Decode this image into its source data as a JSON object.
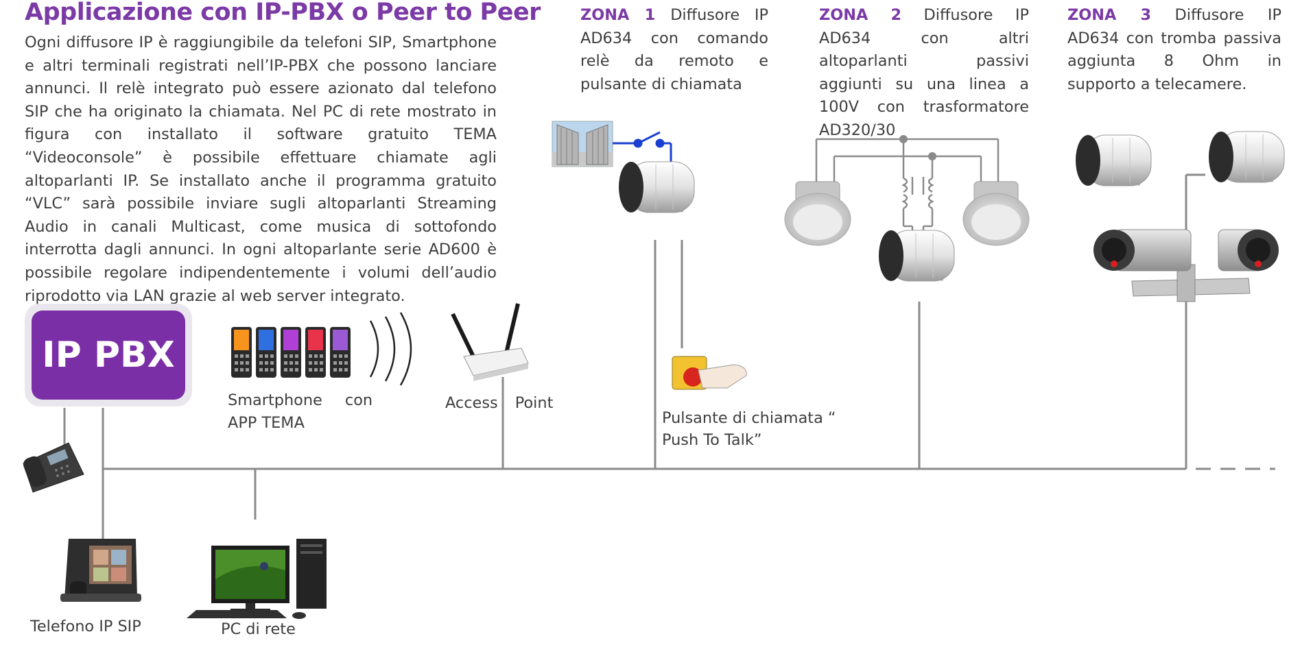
{
  "title": "Applicazione con IP-PBX o Peer to Peer",
  "intro": "Ogni diffusore IP è raggiungibile da telefoni SIP, Smartphone e altri terminali registrati nell’IP-PBX che possono lanciare annunci. Il relè integrato può essere azionato dal telefono SIP che ha originato la chiamata. Nel PC di rete mostrato in figura con installato il software gratuito TEMA “Videoconsole” è possibile effettuare chiamate agli altoparlanti IP. Se installato anche il programma gratuito “VLC” sarà possibile inviare sugli altoparlanti Streaming Audio in canali Multicast, come musica di sottofondo interrotta dagli annunci. In ogni altoparlante serie AD600 è possibile regolare indipendentemente i volumi dell’audio riprodotto via LAN grazie al web server integrato.",
  "zones": [
    {
      "head": "ZONA 1",
      "text": "Diffusore IP AD634 con comando relè da remoto e pulsante di chiamata"
    },
    {
      "head": "ZONA 2",
      "text": "Diffusore IP AD634 con altri altoparlanti passivi aggiunti su una linea a 100V con trasformatore AD320/30"
    },
    {
      "head": "ZONA 3",
      "text": "Diffusore IP AD634 con tromba passiva aggiunta 8 Ohm in supporto a telecamere."
    }
  ],
  "pbx": "IP PBX",
  "labels": {
    "smartphone_1": "Smartphone con",
    "smartphone_2": "APP TEMA",
    "access_point": "Access Point",
    "push_1": "Pulsante di chiamata “",
    "push_2": "Push To Talk”",
    "telefono": "Telefono IP SIP",
    "pc": "PC di rete"
  },
  "colors": {
    "accent": "#7b3aa6",
    "pbx": "#7b2fa6",
    "line": "#8a8a8a",
    "relay": "#1a3fd1",
    "phones": [
      "#f7941d",
      "#2f6fe0",
      "#b03fd6",
      "#e8334a",
      "#9b59d6"
    ]
  },
  "icons": [
    "relay-switch-icon",
    "gate-icon",
    "speaker-icon",
    "ceiling-speaker-icon",
    "transformer-icon",
    "camera-icon",
    "push-button-icon",
    "router-icon",
    "smartphone-icon",
    "wifi-waves-icon",
    "desk-phone-icon",
    "video-phone-icon",
    "pc-icon"
  ]
}
